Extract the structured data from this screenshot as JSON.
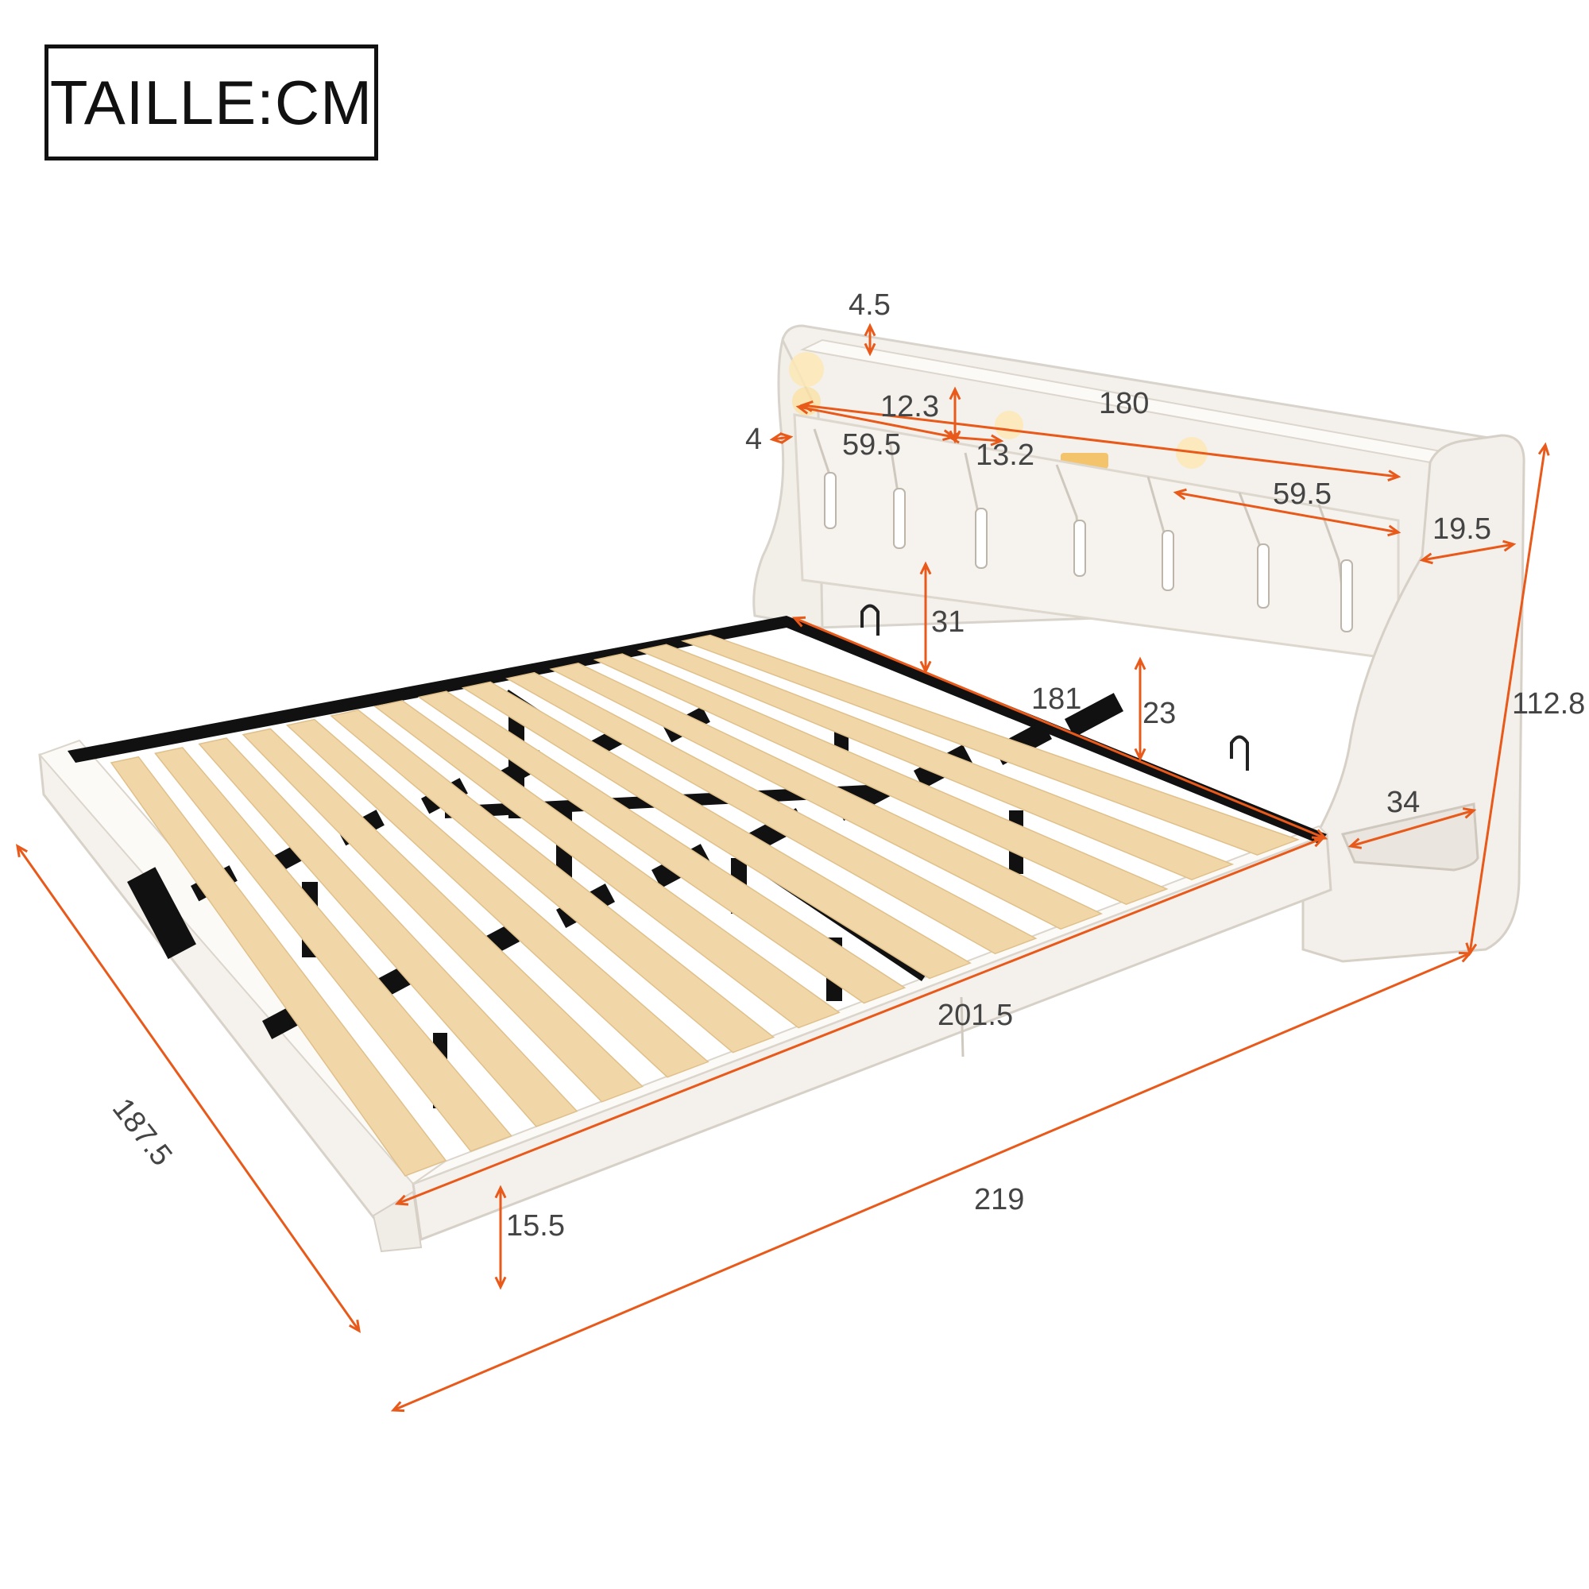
{
  "unit_label": "TAILLE:CM",
  "dimension_color": "#e8591a",
  "fabric_color": "#f7f4ef",
  "slat_color": "#f1d7a8",
  "frame_color": "#111111",
  "dimensions": {
    "shelf_depth": "4.5",
    "headboard_width": "180",
    "gap_height": "12.3",
    "side_offset": "4",
    "panel_left": "59.5",
    "middle_gap": "13.2",
    "panel_right": "59.5",
    "wing_depth": "19.5",
    "total_height": "112.8",
    "headboard_to_slats": "31",
    "slat_width": "181",
    "rail_to_slats": "23",
    "pocket_width": "34",
    "slat_length": "201.5",
    "total_width": "187.5",
    "total_length": "219",
    "rail_height": "15.5"
  }
}
